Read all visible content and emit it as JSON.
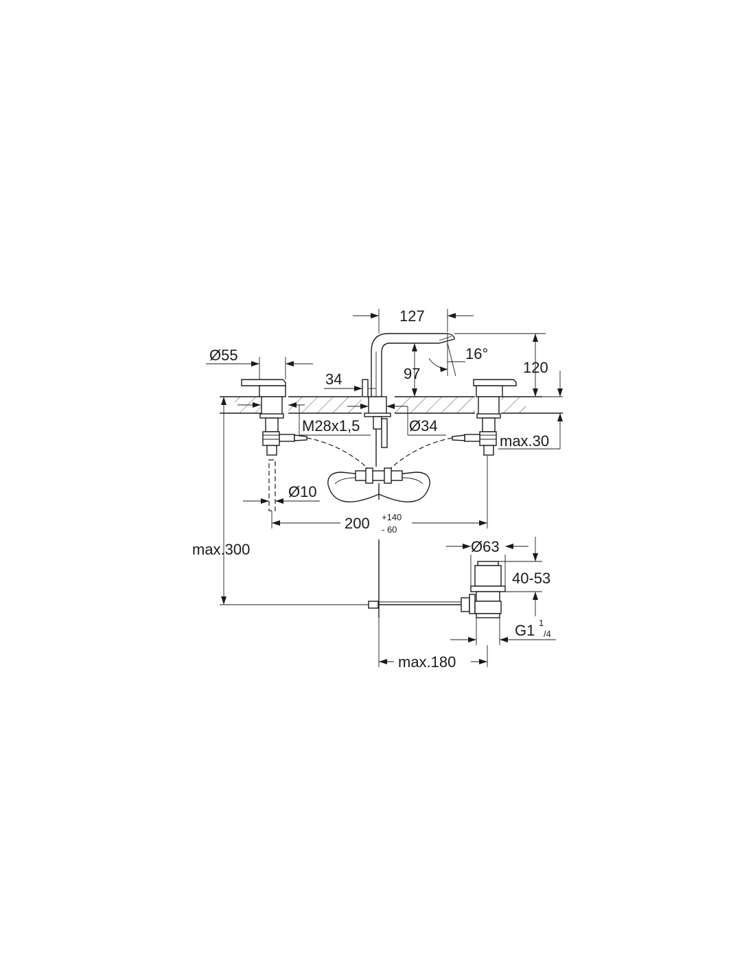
{
  "diagram": {
    "dimensions": {
      "spout_reach": "127",
      "spout_angle": "16°",
      "spout_height": "120",
      "outlet_height": "97",
      "handle_diameter": "Ø55",
      "spout_base": "34",
      "thread": "M28x1,5",
      "hole_diameter": "Ø34",
      "max_deck_thickness": "max.30",
      "hose_diameter": "Ø10",
      "center_distance": "200",
      "center_tolerance_plus": "+140",
      "center_tolerance_minus": "- 60",
      "waste_diameter": "Ø63",
      "waste_range": "40-53",
      "waste_thread_main": "G1",
      "waste_thread_num": "1",
      "waste_thread_den": "/4",
      "max_depth": "max.300",
      "max_reach": "max.180"
    }
  }
}
